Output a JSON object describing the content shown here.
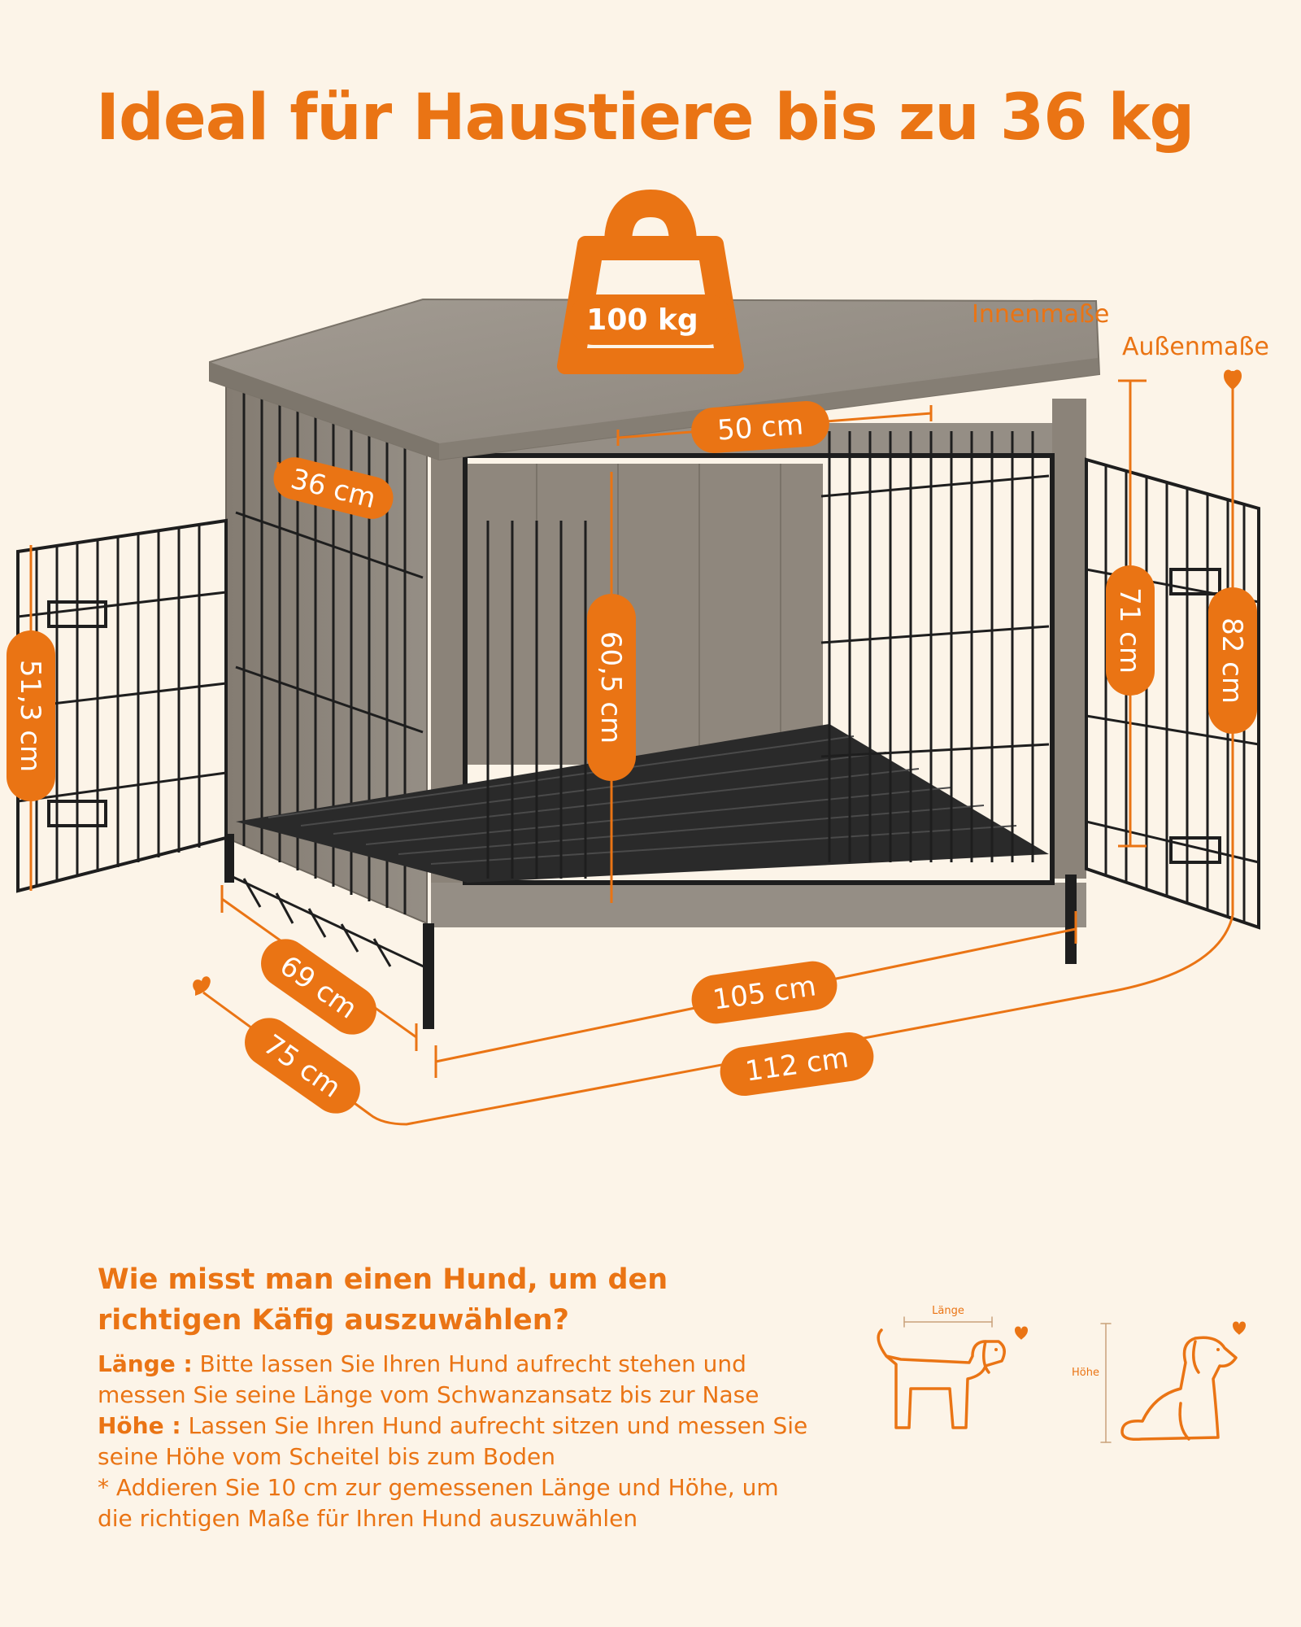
{
  "headline": "Ideal für Haustiere bis zu 36 kg",
  "weight_badge": {
    "label": "100 kg",
    "icon": "weight-icon"
  },
  "legend": {
    "inner": "Innenmaße",
    "outer": "Außenmaße"
  },
  "dimensions": {
    "inner_width": "50 cm",
    "inner_depth": "36 cm",
    "inner_height": "60,5 cm",
    "door_height": "51,3 cm",
    "height_inner": "71 cm",
    "height_outer": "82 cm",
    "depth_inner": "69 cm",
    "depth_outer": "75 cm",
    "length_inner": "105 cm",
    "length_outer": "112 cm"
  },
  "guide": {
    "title_line1": "Wie misst man einen Hund, um den",
    "title_line2": "richtigen Käfig auszuwählen?",
    "length_label": "Länge :",
    "length_text": " Bitte lassen Sie Ihren Hund aufrecht stehen und messen Sie seine Länge vom Schwanzansatz bis zur Nase",
    "height_label": "Höhe :",
    "height_text": " Lassen Sie Ihren Hund aufrecht sitzen und messen Sie seine Höhe vom Scheitel bis zum Boden",
    "note": "* Addieren Sie 10 cm zur gemessenen Länge und Höhe, um die richtigen Maße für Ihren Hund auszuwählen"
  },
  "dog_icons": {
    "standing_label": "Länge",
    "sitting_label": "Höhe"
  },
  "colors": {
    "accent": "#ea7414",
    "background": "#fcf4e8",
    "wood": "#8c8479",
    "metal": "#1e1e1e"
  }
}
